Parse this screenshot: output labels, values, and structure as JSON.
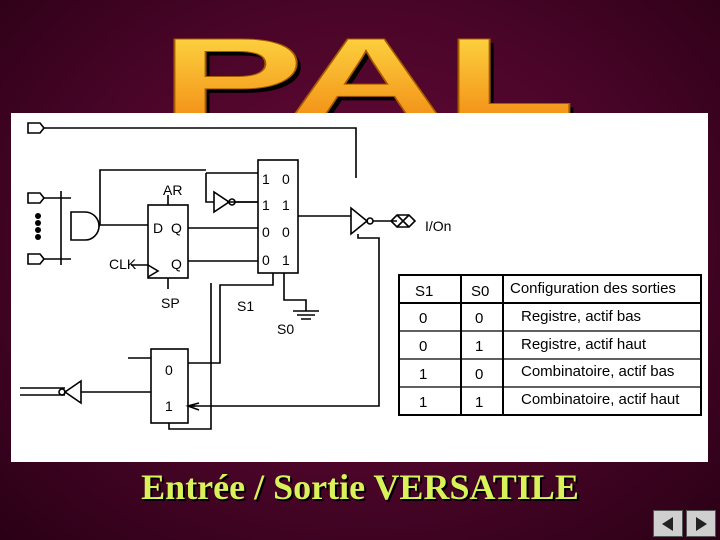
{
  "slide": {
    "title": "PAL",
    "subtitle": "Entrée / Sortie VERSATILE",
    "colors": {
      "background": "#4a0528",
      "title_gradient_top": "#ffd640",
      "title_gradient_bottom": "#f28a10",
      "subtitle": "#d9f25a"
    }
  },
  "diagram": {
    "labels": {
      "ar": "AR",
      "d": "D",
      "q": "Q",
      "q_bar": "Q",
      "clk": "CLK",
      "sp": "SP",
      "s1_left": "S1",
      "s0_ground": "S0",
      "io_pin": "I/On",
      "mux_top": [
        "1",
        "0"
      ],
      "mux_rows": [
        [
          "1",
          "1"
        ],
        [
          "0",
          "0"
        ],
        [
          "0",
          "1"
        ]
      ],
      "small_mux": [
        "0",
        "1"
      ]
    },
    "table": {
      "headers": [
        "S1",
        "S0",
        "Configuration des sorties"
      ],
      "rows": [
        [
          "0",
          "0",
          "Registre, actif bas"
        ],
        [
          "0",
          "1",
          "Registre, actif haut"
        ],
        [
          "1",
          "0",
          "Combinatoire, actif bas"
        ],
        [
          "1",
          "1",
          "Combinatoire, actif haut"
        ]
      ]
    }
  },
  "nav": {
    "prev_icon": "triangle-left-icon",
    "next_icon": "triangle-right-icon"
  }
}
